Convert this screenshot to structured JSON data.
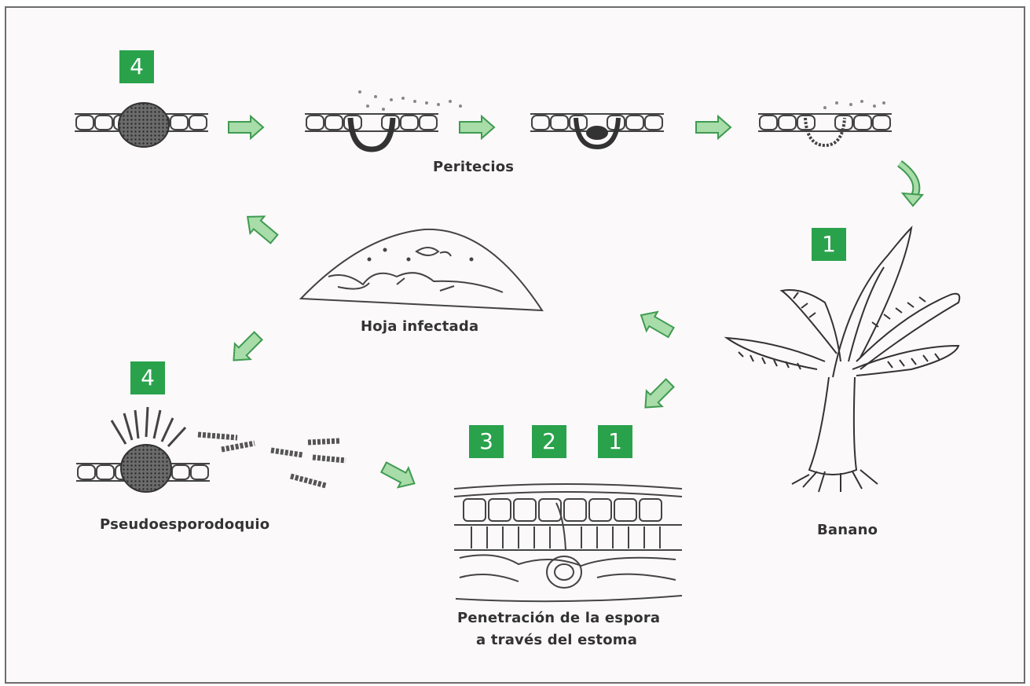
{
  "colors": {
    "badge": "#2aa24c",
    "arrow_fill": "#a8dca9",
    "arrow_stroke": "#3f9b50",
    "ink": "#333333"
  },
  "badges": [
    {
      "id": "peritecios-stage",
      "text": "4"
    },
    {
      "id": "banano-stage",
      "text": "1"
    },
    {
      "id": "pseudo-stage",
      "text": "4"
    },
    {
      "id": "penetration-3",
      "text": "3"
    },
    {
      "id": "penetration-2",
      "text": "2"
    },
    {
      "id": "penetration-1",
      "text": "1"
    }
  ],
  "labels": {
    "peritecios": "Peritecios",
    "hoja": "Hoja infectada",
    "banano": "Banano",
    "pseudo": "Pseudoesporodoquio",
    "penetracion_line1": "Penetración de la espora",
    "penetracion_line2": "a través del estoma"
  }
}
